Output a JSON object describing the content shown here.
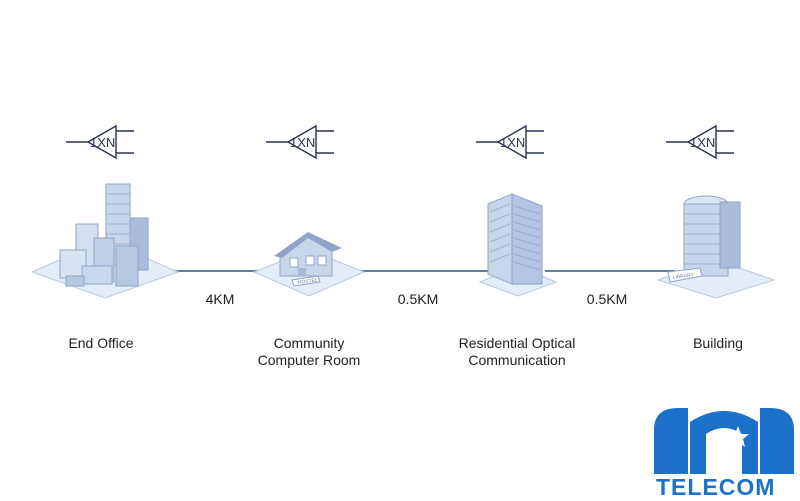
{
  "splitter_label": "1XN",
  "nodes": [
    {
      "label_line1": "End Office",
      "label_line2": ""
    },
    {
      "label_line1": "Community",
      "label_line2": "Computer Room",
      "sign": "HOSTEL"
    },
    {
      "label_line1": "Residential Optical",
      "label_line2": "Communication"
    },
    {
      "label_line1": "Building",
      "label_line2": "",
      "sign": "LIBRARY"
    }
  ],
  "distances": [
    "4KM",
    "0.5KM",
    "0.5KM"
  ],
  "logo": {
    "text": "TELECOM",
    "color": "#1b72c8"
  },
  "colors": {
    "line": "#5f80a6",
    "building": "#c9d6ea",
    "building_dark": "#8ea5c9",
    "base": "#dfe8f5"
  }
}
